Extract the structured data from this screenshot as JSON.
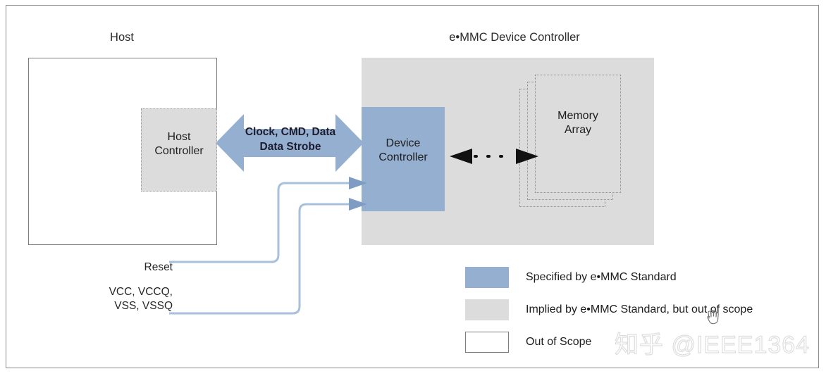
{
  "diagram": {
    "host_title": "Host",
    "device_title": "e•MMC Device Controller",
    "host_controller_line1": "Host",
    "host_controller_line2": "Controller",
    "device_controller_line1": "Device",
    "device_controller_line2": "Controller",
    "memory_array_line1": "Memory",
    "memory_array_line2": "Array",
    "bus_label_line1": "Clock, CMD, Data",
    "bus_label_line2": "Data Strobe",
    "reset_label": "Reset",
    "power_label_line1": "VCC, VCCQ,",
    "power_label_line2": "VSS, VSSQ"
  },
  "legend": {
    "items": [
      {
        "label": "Specified by e•MMC Standard",
        "color": "#94afd0",
        "swatch": "filled-blue"
      },
      {
        "label": "Implied by e•MMC Standard, but out of scope",
        "color": "#dcdcdc",
        "swatch": "filled-gray"
      },
      {
        "label": "Out of Scope",
        "color": "#ffffff",
        "swatch": "outlined-white"
      }
    ]
  },
  "watermark": {
    "text": "知乎 @IEEE1364"
  },
  "icons": {
    "bus_arrow": "double-headed-arrow-icon",
    "memory_link": "dotted-double-arrow-icon",
    "cursor": "hand-cursor-icon"
  },
  "colors": {
    "specified_blue": "#94afd0",
    "implied_gray": "#dcdcdc",
    "connector_blue": "#a8c0dc",
    "frame_gray": "#8c8c8c"
  }
}
